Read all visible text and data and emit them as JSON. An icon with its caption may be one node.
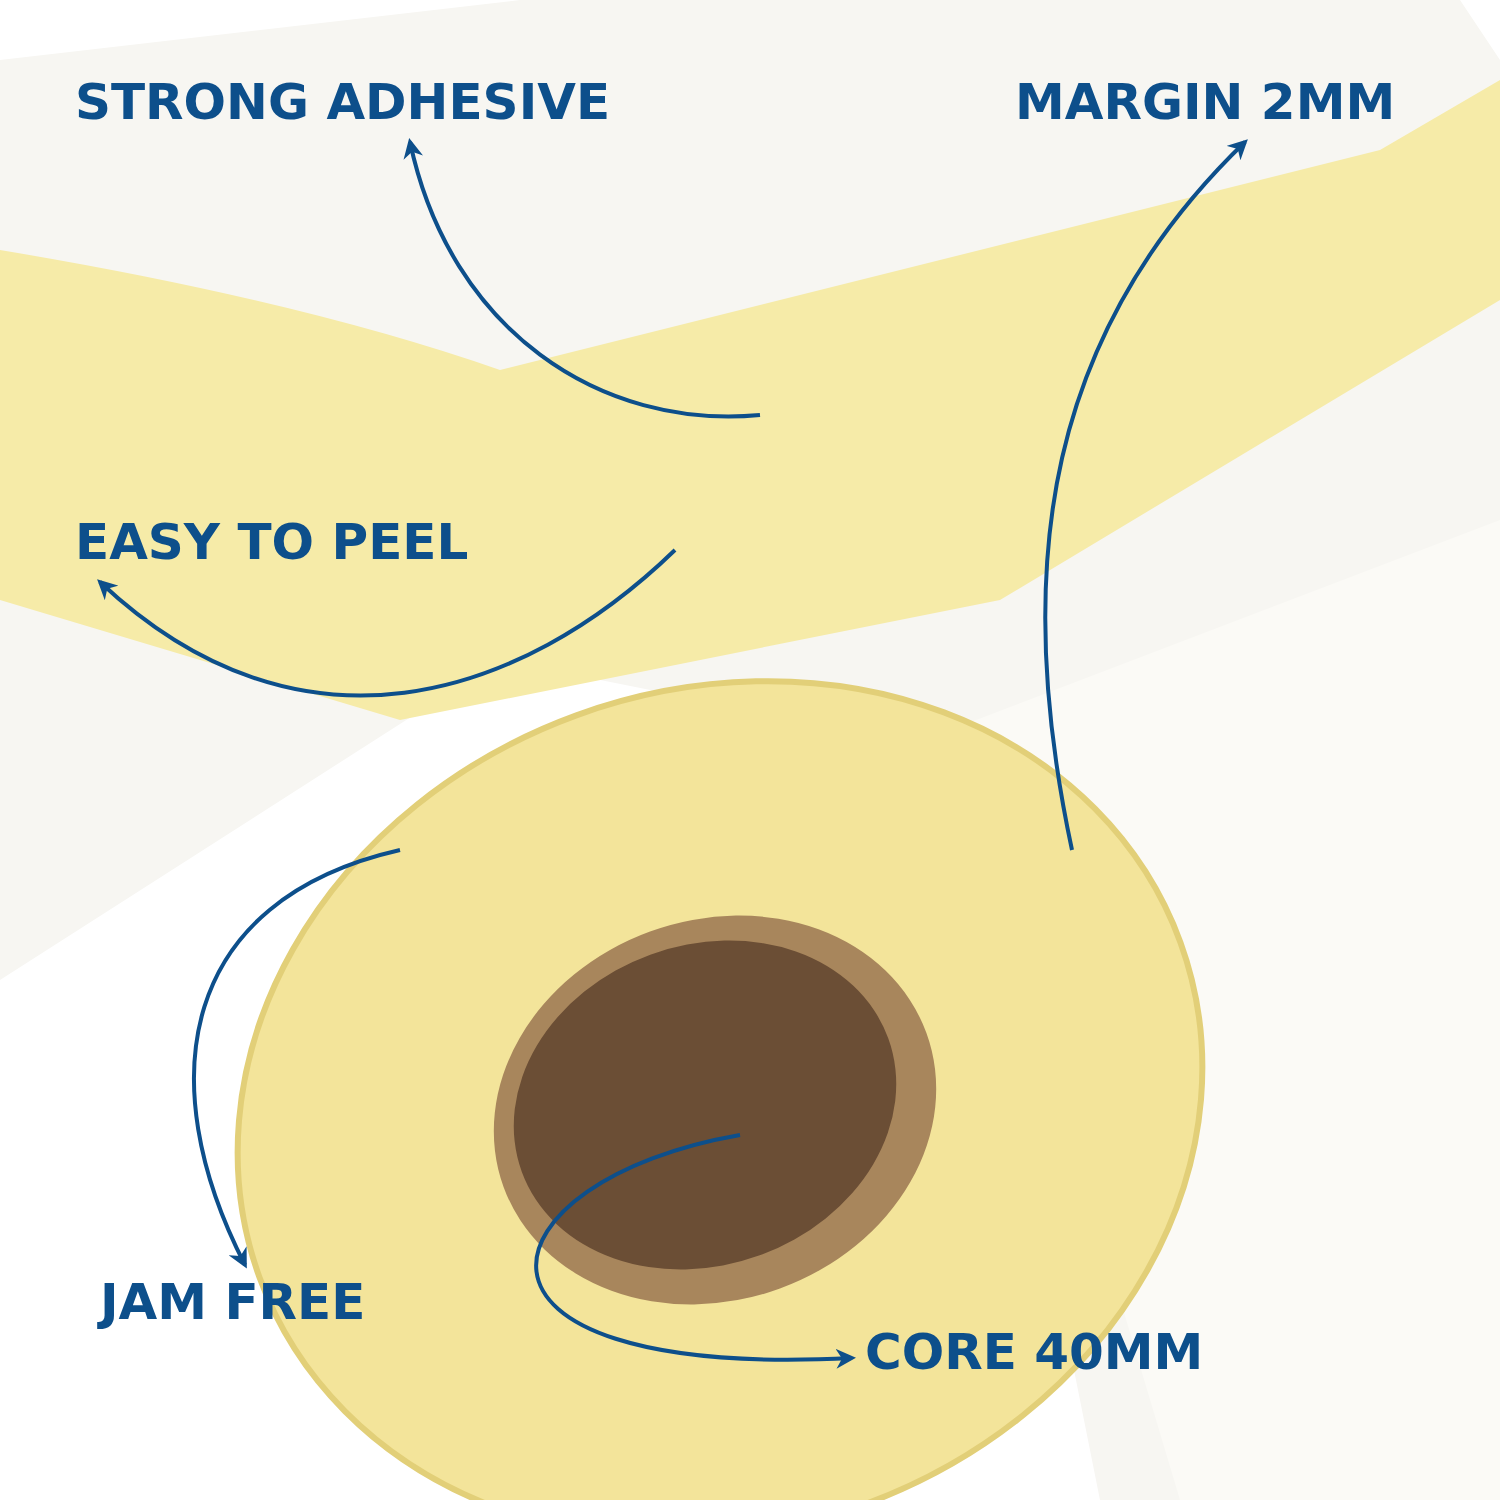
{
  "diagram": {
    "nodes": [
      {
        "text": [
          "STRONG ADHESIVE"
        ]
      },
      {
        "text": [
          "MARGIN 2MM"
        ]
      },
      {
        "text": [
          "EASY TO PEEL"
        ]
      },
      {
        "text": [
          "JAM FREE"
        ]
      },
      {
        "text": [
          "CORE 40MM"
        ]
      }
    ],
    "edges": [
      {
        "from": null,
        "to": 0,
        "arrow": "to"
      },
      {
        "from": null,
        "to": 1,
        "arrow": "to"
      },
      {
        "from": null,
        "to": 2,
        "arrow": "to"
      },
      {
        "from": null,
        "to": 3,
        "arrow": "to"
      },
      {
        "from": null,
        "to": 4,
        "arrow": "to"
      }
    ]
  }
}
